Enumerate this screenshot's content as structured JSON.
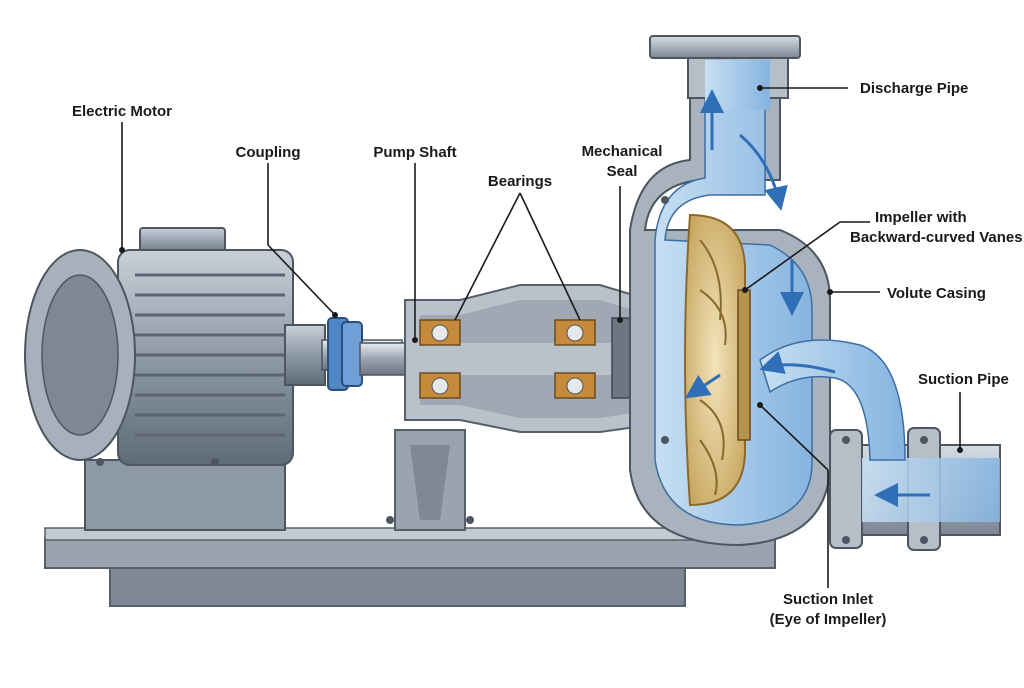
{
  "labels": {
    "electric_motor": "Electric Motor",
    "coupling": "Coupling",
    "pump_shaft": "Pump Shaft",
    "bearings": "Bearings",
    "mechanical_seal_1": "Mechanical",
    "mechanical_seal_2": "Seal",
    "discharge_pipe": "Discharge Pipe",
    "impeller_1": "Impeller with",
    "impeller_2": "Backward-curved Vanes",
    "volute_casing": "Volute Casing",
    "suction_pipe": "Suction Pipe",
    "suction_inlet_1": "Suction Inlet",
    "suction_inlet_2": "(Eye of Impeller)"
  },
  "colors": {
    "metal_dark": "#5f6b78",
    "metal_mid": "#8e99a6",
    "metal_light": "#c9d0d8",
    "water": "#9cc3e6",
    "water_dark": "#3d7fc4",
    "impeller": "#d8c08a",
    "bearing_ring": "#c58a3c"
  }
}
